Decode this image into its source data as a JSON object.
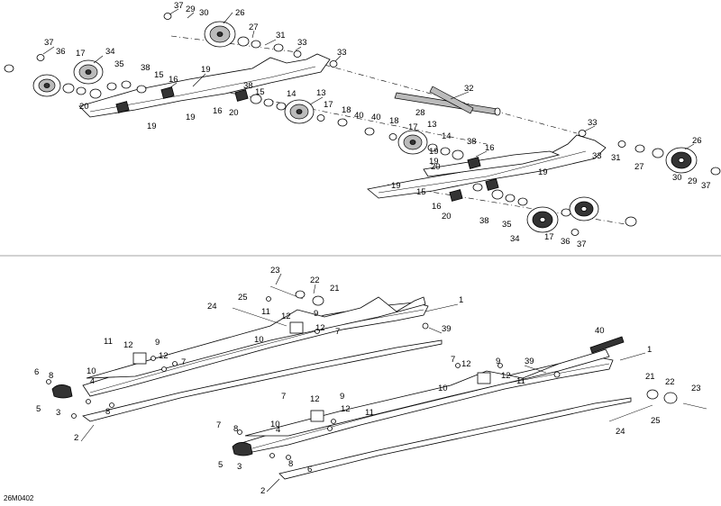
{
  "drawing_ref": "26M0402",
  "top_callouts": [
    {
      "id": "t1",
      "text": "37"
    },
    {
      "id": "t2",
      "text": "29"
    },
    {
      "id": "t3",
      "text": "30"
    },
    {
      "id": "t4",
      "text": "26"
    },
    {
      "id": "t5",
      "text": "27"
    },
    {
      "id": "t6",
      "text": "31"
    },
    {
      "id": "t7",
      "text": "33"
    },
    {
      "id": "t8",
      "text": "33"
    },
    {
      "id": "t9",
      "text": "37"
    },
    {
      "id": "t10",
      "text": "36"
    },
    {
      "id": "t11",
      "text": "17"
    },
    {
      "id": "t12",
      "text": "34"
    },
    {
      "id": "t13",
      "text": "35"
    },
    {
      "id": "t14",
      "text": "38"
    },
    {
      "id": "t15",
      "text": "15"
    },
    {
      "id": "t16",
      "text": "16"
    },
    {
      "id": "t17",
      "text": "19"
    },
    {
      "id": "t18",
      "text": "38"
    },
    {
      "id": "t19",
      "text": "15"
    },
    {
      "id": "t20",
      "text": "14"
    },
    {
      "id": "t21",
      "text": "13"
    },
    {
      "id": "t22",
      "text": "20"
    },
    {
      "id": "t23",
      "text": "19"
    },
    {
      "id": "t24",
      "text": "19"
    },
    {
      "id": "t25",
      "text": "16"
    },
    {
      "id": "t26",
      "text": "20"
    },
    {
      "id": "t27",
      "text": "17"
    },
    {
      "id": "t28",
      "text": "18"
    },
    {
      "id": "t29",
      "text": "40"
    },
    {
      "id": "t30",
      "text": "32"
    },
    {
      "id": "t31",
      "text": "28"
    },
    {
      "id": "t32",
      "text": "40"
    },
    {
      "id": "t33",
      "text": "18"
    },
    {
      "id": "t34",
      "text": "17"
    },
    {
      "id": "t35",
      "text": "13"
    },
    {
      "id": "t36",
      "text": "14"
    },
    {
      "id": "t37",
      "text": "38"
    },
    {
      "id": "t38",
      "text": "16"
    },
    {
      "id": "t39",
      "text": "33"
    },
    {
      "id": "t40",
      "text": "26"
    },
    {
      "id": "t41",
      "text": "33"
    },
    {
      "id": "t42",
      "text": "31"
    },
    {
      "id": "t43",
      "text": "27"
    },
    {
      "id": "t44",
      "text": "30"
    },
    {
      "id": "t45",
      "text": "29"
    },
    {
      "id": "t46",
      "text": "37"
    },
    {
      "id": "t47",
      "text": "19"
    },
    {
      "id": "t48",
      "text": "19"
    },
    {
      "id": "t49",
      "text": "20"
    },
    {
      "id": "t50",
      "text": "19"
    },
    {
      "id": "t51",
      "text": "19"
    },
    {
      "id": "t52",
      "text": "15"
    },
    {
      "id": "t53",
      "text": "16"
    },
    {
      "id": "t54",
      "text": "20"
    },
    {
      "id": "t55",
      "text": "38"
    },
    {
      "id": "t56",
      "text": "35"
    },
    {
      "id": "t57",
      "text": "34"
    },
    {
      "id": "t58",
      "text": "17"
    },
    {
      "id": "t59",
      "text": "36"
    },
    {
      "id": "t60",
      "text": "37"
    }
  ],
  "bottom_callouts": [
    {
      "id": "b1",
      "text": "23"
    },
    {
      "id": "b2",
      "text": "22"
    },
    {
      "id": "b3",
      "text": "21"
    },
    {
      "id": "b4",
      "text": "25"
    },
    {
      "id": "b5",
      "text": "24"
    },
    {
      "id": "b6",
      "text": "11"
    },
    {
      "id": "b7",
      "text": "12"
    },
    {
      "id": "b8",
      "text": "1"
    },
    {
      "id": "b9",
      "text": "9"
    },
    {
      "id": "b10",
      "text": "12"
    },
    {
      "id": "b11",
      "text": "39"
    },
    {
      "id": "b12",
      "text": "10"
    },
    {
      "id": "b13",
      "text": "7"
    },
    {
      "id": "b14",
      "text": "11"
    },
    {
      "id": "b15",
      "text": "12"
    },
    {
      "id": "b16",
      "text": "9"
    },
    {
      "id": "b17",
      "text": "12"
    },
    {
      "id": "b18",
      "text": "7"
    },
    {
      "id": "b19",
      "text": "10"
    },
    {
      "id": "b20",
      "text": "6"
    },
    {
      "id": "b21",
      "text": "8"
    },
    {
      "id": "b22",
      "text": "4"
    },
    {
      "id": "b23",
      "text": "5"
    },
    {
      "id": "b24",
      "text": "3"
    },
    {
      "id": "b25",
      "text": "8"
    },
    {
      "id": "b26",
      "text": "2"
    },
    {
      "id": "b27",
      "text": "40"
    },
    {
      "id": "b28",
      "text": "1"
    },
    {
      "id": "b29",
      "text": "39"
    },
    {
      "id": "b30",
      "text": "7"
    },
    {
      "id": "b31",
      "text": "12"
    },
    {
      "id": "b32",
      "text": "9"
    },
    {
      "id": "b33",
      "text": "12"
    },
    {
      "id": "b34",
      "text": "11"
    },
    {
      "id": "b35",
      "text": "10"
    },
    {
      "id": "b36",
      "text": "21"
    },
    {
      "id": "b37",
      "text": "22"
    },
    {
      "id": "b38",
      "text": "23"
    },
    {
      "id": "b39",
      "text": "25"
    },
    {
      "id": "b40",
      "text": "24"
    },
    {
      "id": "b41",
      "text": "7"
    },
    {
      "id": "b42",
      "text": "12"
    },
    {
      "id": "b43",
      "text": "9"
    },
    {
      "id": "b44",
      "text": "12"
    },
    {
      "id": "b45",
      "text": "11"
    },
    {
      "id": "b46",
      "text": "10"
    },
    {
      "id": "b47",
      "text": "7"
    },
    {
      "id": "b48",
      "text": "8"
    },
    {
      "id": "b49",
      "text": "4"
    },
    {
      "id": "b50",
      "text": "5"
    },
    {
      "id": "b51",
      "text": "3"
    },
    {
      "id": "b52",
      "text": "8"
    },
    {
      "id": "b53",
      "text": "6"
    },
    {
      "id": "b54",
      "text": "2"
    }
  ]
}
